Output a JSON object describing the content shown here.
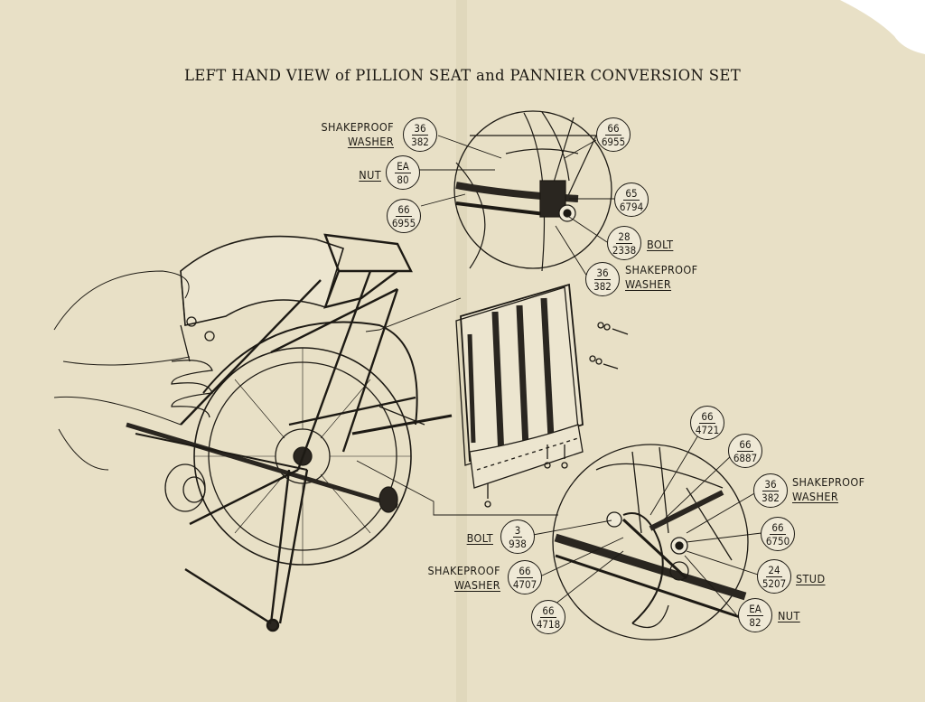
{
  "title": "LEFT HAND VIEW of PILLION SEAT and PANNIER CONVERSION SET",
  "callouts": [
    {
      "id": "shakeproof-washer-top",
      "words": [
        "SHAKEPROOF",
        "WASHER"
      ],
      "top": "36",
      "bottom": "382"
    },
    {
      "id": "nut-top",
      "words": [
        "NUT"
      ],
      "top": "EA",
      "bottom": "80"
    },
    {
      "id": "tag-66-6955-left",
      "words": [],
      "top": "66",
      "bottom": "6955"
    },
    {
      "id": "tag-66-6955-right",
      "words": [],
      "top": "66",
      "bottom": "6955"
    },
    {
      "id": "tag-65-6794",
      "words": [],
      "top": "65",
      "bottom": "6794"
    },
    {
      "id": "bolt-top",
      "words": [
        "BOLT"
      ],
      "top": "28",
      "bottom": "2338"
    },
    {
      "id": "shakeproof-washer-mid",
      "words": [
        "SHAKEPROOF",
        "WASHER"
      ],
      "top": "36",
      "bottom": "382"
    },
    {
      "id": "tag-66-4721",
      "words": [],
      "top": "66",
      "bottom": "4721"
    },
    {
      "id": "tag-66-6887",
      "words": [],
      "top": "66",
      "bottom": "6887"
    },
    {
      "id": "shakeproof-washer-lower",
      "words": [
        "SHAKEPROOF",
        "WASHER"
      ],
      "top": "36",
      "bottom": "382"
    },
    {
      "id": "tag-66-6750",
      "words": [],
      "top": "66",
      "bottom": "6750"
    },
    {
      "id": "stud",
      "words": [
        "STUD"
      ],
      "top": "24",
      "bottom": "5207"
    },
    {
      "id": "nut-lower",
      "words": [
        "NUT"
      ],
      "top": "EA",
      "bottom": "82"
    },
    {
      "id": "bolt-lower",
      "words": [
        "BOLT"
      ],
      "top": "3",
      "bottom": "938"
    },
    {
      "id": "shakeproof-washer-bottom",
      "words": [
        "SHAKEPROOF",
        "WASHER"
      ],
      "top": "66",
      "bottom": "4707"
    },
    {
      "id": "tag-66-4718",
      "words": [],
      "top": "66",
      "bottom": "4718"
    }
  ]
}
